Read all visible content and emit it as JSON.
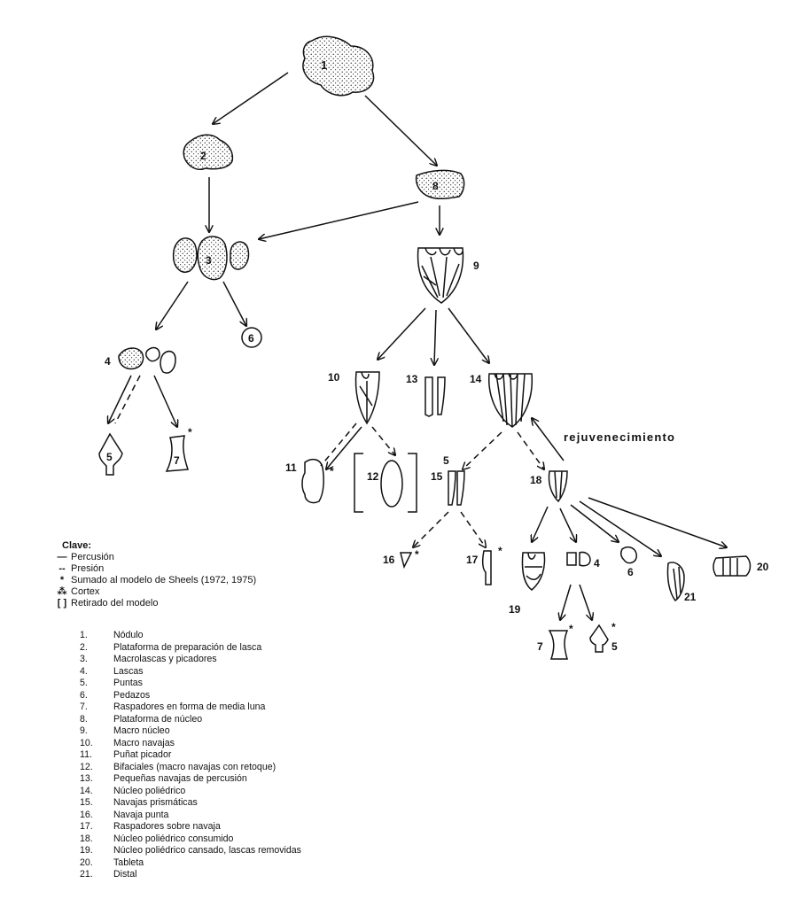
{
  "diagram": {
    "node_labels": {
      "n1": "1",
      "n2": "2",
      "n3": "3",
      "n4a": "4",
      "n5a": "5",
      "n6a": "6",
      "n7a": "7",
      "n8": "8",
      "n9": "9",
      "n10": "10",
      "n11": "11",
      "n12": "12",
      "n13": "13",
      "n14": "14",
      "n15_5": "5",
      "n15": "15",
      "n16": "16",
      "n17": "17",
      "n18": "18",
      "n19": "19",
      "n4b": "4",
      "n6b": "6",
      "n21": "21",
      "n20": "20",
      "n7b": "7",
      "n5b": "5"
    },
    "annotation": "rejuvenecimiento",
    "star": "*"
  },
  "legend": {
    "title": "Clave:",
    "items": [
      {
        "symbol": "—",
        "label": "Percusión"
      },
      {
        "symbol": "--",
        "label": "Presión"
      },
      {
        "symbol": "*",
        "label": "Sumado al modelo de Sheels (1972, 1975)"
      },
      {
        "symbol": "⁂",
        "label": "Cortex"
      },
      {
        "symbol": "[ ]",
        "label": "Retirado del modelo"
      }
    ]
  },
  "key": [
    {
      "n": "1.",
      "t": "Nódulo"
    },
    {
      "n": "2.",
      "t": "Plataforma de preparación de lasca"
    },
    {
      "n": "3.",
      "t": "Macrolascas y picadores"
    },
    {
      "n": "4.",
      "t": "Lascas"
    },
    {
      "n": "5.",
      "t": "Puntas"
    },
    {
      "n": "6.",
      "t": "Pedazos"
    },
    {
      "n": "7.",
      "t": "Raspadores en forma de media luna"
    },
    {
      "n": "8.",
      "t": "Plataforma de núcleo"
    },
    {
      "n": "9.",
      "t": "Macro núcleo"
    },
    {
      "n": "10.",
      "t": "Macro navajas"
    },
    {
      "n": "11.",
      "t": "Puñat picador"
    },
    {
      "n": "12.",
      "t": "Bifaciales (macro navajas con retoque)"
    },
    {
      "n": "13.",
      "t": "Pequeñas navajas de percusión"
    },
    {
      "n": "14.",
      "t": "Núcleo poliédrico"
    },
    {
      "n": "15.",
      "t": "Navajas prismáticas"
    },
    {
      "n": "16.",
      "t": "Navaja punta"
    },
    {
      "n": "17.",
      "t": "Raspadores sobre navaja"
    },
    {
      "n": "18.",
      "t": "Núcleo poliédrico consumido"
    },
    {
      "n": "19.",
      "t": "Núcleo poliédrico cansado, lascas removidas"
    },
    {
      "n": "20.",
      "t": "Tableta"
    },
    {
      "n": "21.",
      "t": "Distal"
    }
  ]
}
